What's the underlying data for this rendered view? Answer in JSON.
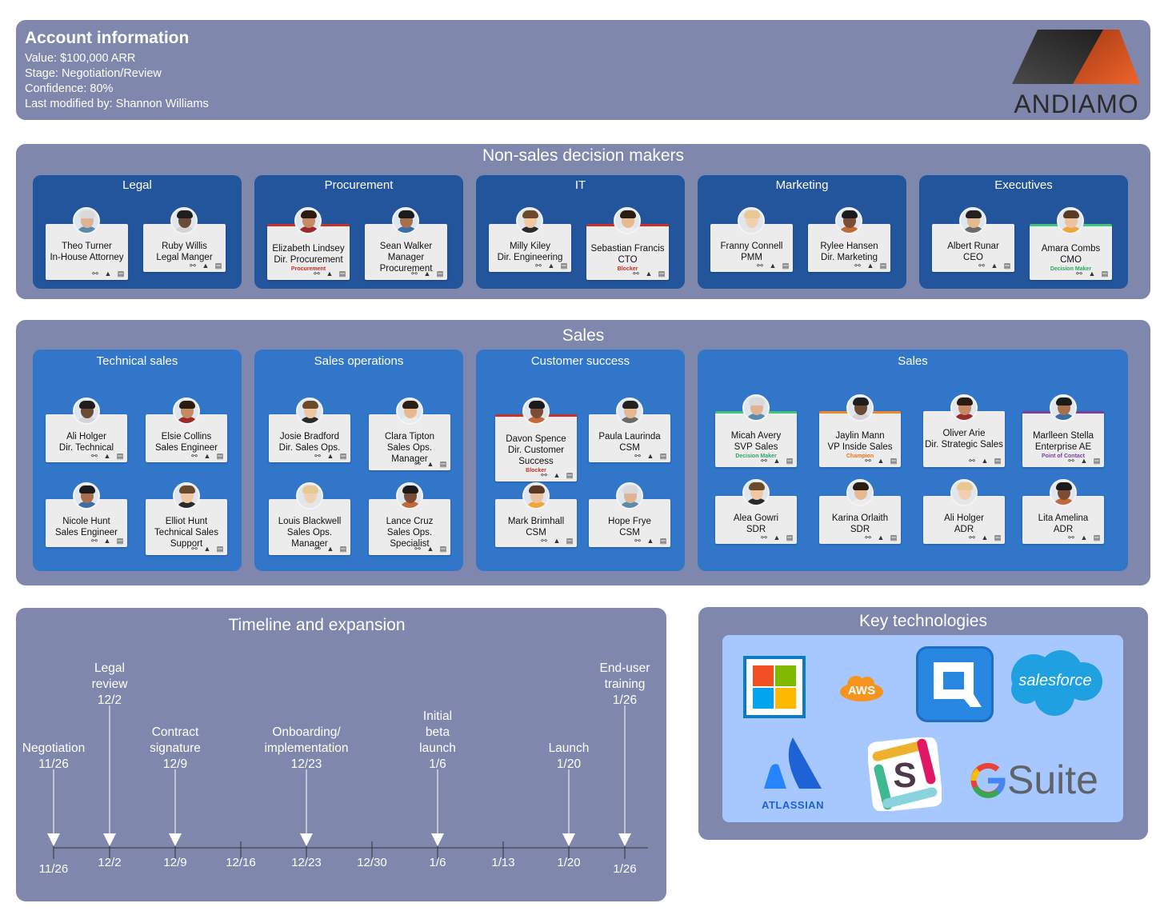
{
  "account": {
    "title": "Account information",
    "value": "Value: $100,000 ARR",
    "stage": "Stage: Negotiation/Review",
    "confidence": "Confidence: 80%",
    "modified": "Last modified by: Shannon Williams",
    "logo_text": "ANDIAMO"
  },
  "nonsales": {
    "title": "Non-sales decision makers",
    "groups": [
      {
        "title": "Legal",
        "people": [
          {
            "name": "Theo Turner",
            "role": "In-House Attorney"
          },
          {
            "name": "Ruby Willis",
            "role": "Legal Manger"
          }
        ]
      },
      {
        "title": "Procurement",
        "people": [
          {
            "name": "Elizabeth Lindsey",
            "role": "Dir. Procurement",
            "tag": "Procurement"
          },
          {
            "name": "Sean Walker",
            "role": "Manager Procurement"
          }
        ]
      },
      {
        "title": "IT",
        "people": [
          {
            "name": "Milly Kiley",
            "role": "Dir. Engineering"
          },
          {
            "name": "Sebastian Francis",
            "role": "CTO",
            "tag": "Blocker"
          }
        ]
      },
      {
        "title": "Marketing",
        "people": [
          {
            "name": "Franny Connell",
            "role": "PMM"
          },
          {
            "name": "Rylee Hansen",
            "role": "Dir. Marketing"
          }
        ]
      },
      {
        "title": "Executives",
        "people": [
          {
            "name": "Albert Runar",
            "role": "CEO"
          },
          {
            "name": "Amara Combs",
            "role": "CMO",
            "tag": "Decision Maker"
          }
        ]
      }
    ]
  },
  "sales": {
    "title": "Sales",
    "groups": [
      {
        "title": "Technical sales",
        "people": [
          {
            "name": "Ali Holger",
            "role": "Dir. Technical"
          },
          {
            "name": "Elsie Collins",
            "role": "Sales Engineer"
          },
          {
            "name": "Nicole Hunt",
            "role": "Sales Engineer"
          },
          {
            "name": "Elliot Hunt",
            "role": "Technical Sales Support"
          }
        ]
      },
      {
        "title": "Sales operations",
        "people": [
          {
            "name": "Josie Bradford",
            "role": "Dir. Sales Ops."
          },
          {
            "name": "Clara Tipton",
            "role": "Sales Ops. Manager"
          },
          {
            "name": "Louis Blackwell",
            "role": "Sales Ops. Manager"
          },
          {
            "name": "Lance Cruz",
            "role": "Sales Ops. Specialist"
          }
        ]
      },
      {
        "title": "Customer success",
        "people": [
          {
            "name": "Davon Spence",
            "role": "Dir. Customer Success",
            "tag": "Blocker"
          },
          {
            "name": "Paula Laurinda",
            "role": "CSM"
          },
          {
            "name": "Mark Brimhall",
            "role": "CSM"
          },
          {
            "name": "Hope Frye",
            "role": "CSM"
          }
        ]
      },
      {
        "title": "Sales",
        "people": [
          {
            "name": "Micah Avery",
            "role": "SVP Sales",
            "tag": "Decision Maker"
          },
          {
            "name": "Jaylin Mann",
            "role": "VP Inside Sales",
            "tag": "Champion"
          },
          {
            "name": "Oliver Arie",
            "role": "Dir. Strategic Sales"
          },
          {
            "name": "Marlleen Stella",
            "role": "Enterprise AE",
            "tag": "Point of Contact"
          },
          {
            "name": "Alea Gowri",
            "role": "SDR"
          },
          {
            "name": "Karina Orlaith",
            "role": "SDR"
          },
          {
            "name": "Ali Holger",
            "role": "ADR"
          },
          {
            "name": "Lita Amelina",
            "role": "ADR"
          }
        ]
      }
    ]
  },
  "timeline": {
    "title": "Timeline and expansion",
    "events": [
      {
        "label": "Negotiation",
        "date": "11/26"
      },
      {
        "label": "Legal review",
        "date": "12/2"
      },
      {
        "label": "Contract signature",
        "date": "12/9"
      },
      {
        "label": "Onboarding/ implementation",
        "date": "12/23"
      },
      {
        "label": "Initial beta launch",
        "date": "1/6"
      },
      {
        "label": "Launch",
        "date": "1/20"
      },
      {
        "label": "End-user training",
        "date": "1/26"
      }
    ],
    "ticks": [
      "11/26",
      "12/2",
      "12/9",
      "12/16",
      "12/23",
      "12/30",
      "1/6",
      "1/13",
      "1/20",
      "1/26"
    ]
  },
  "tech": {
    "title": "Key technologies",
    "logos": [
      "Microsoft",
      "AWS",
      "Qlik",
      "salesforce",
      "ATLASSIAN",
      "Slack",
      "G Suite"
    ],
    "aws_text": "AWS",
    "salesforce_text": "salesforce",
    "atlassian_text": "ATLASSIAN",
    "gsuite_text": "Suite"
  },
  "colors": {
    "panel": "#7f87ac",
    "group_dark": "#22559b",
    "group_light": "#3176c9",
    "blocker": "#c9302c",
    "decision_maker": "#3ec47c",
    "champion": "#f0862a",
    "point_of_contact": "#7b3fa0"
  }
}
